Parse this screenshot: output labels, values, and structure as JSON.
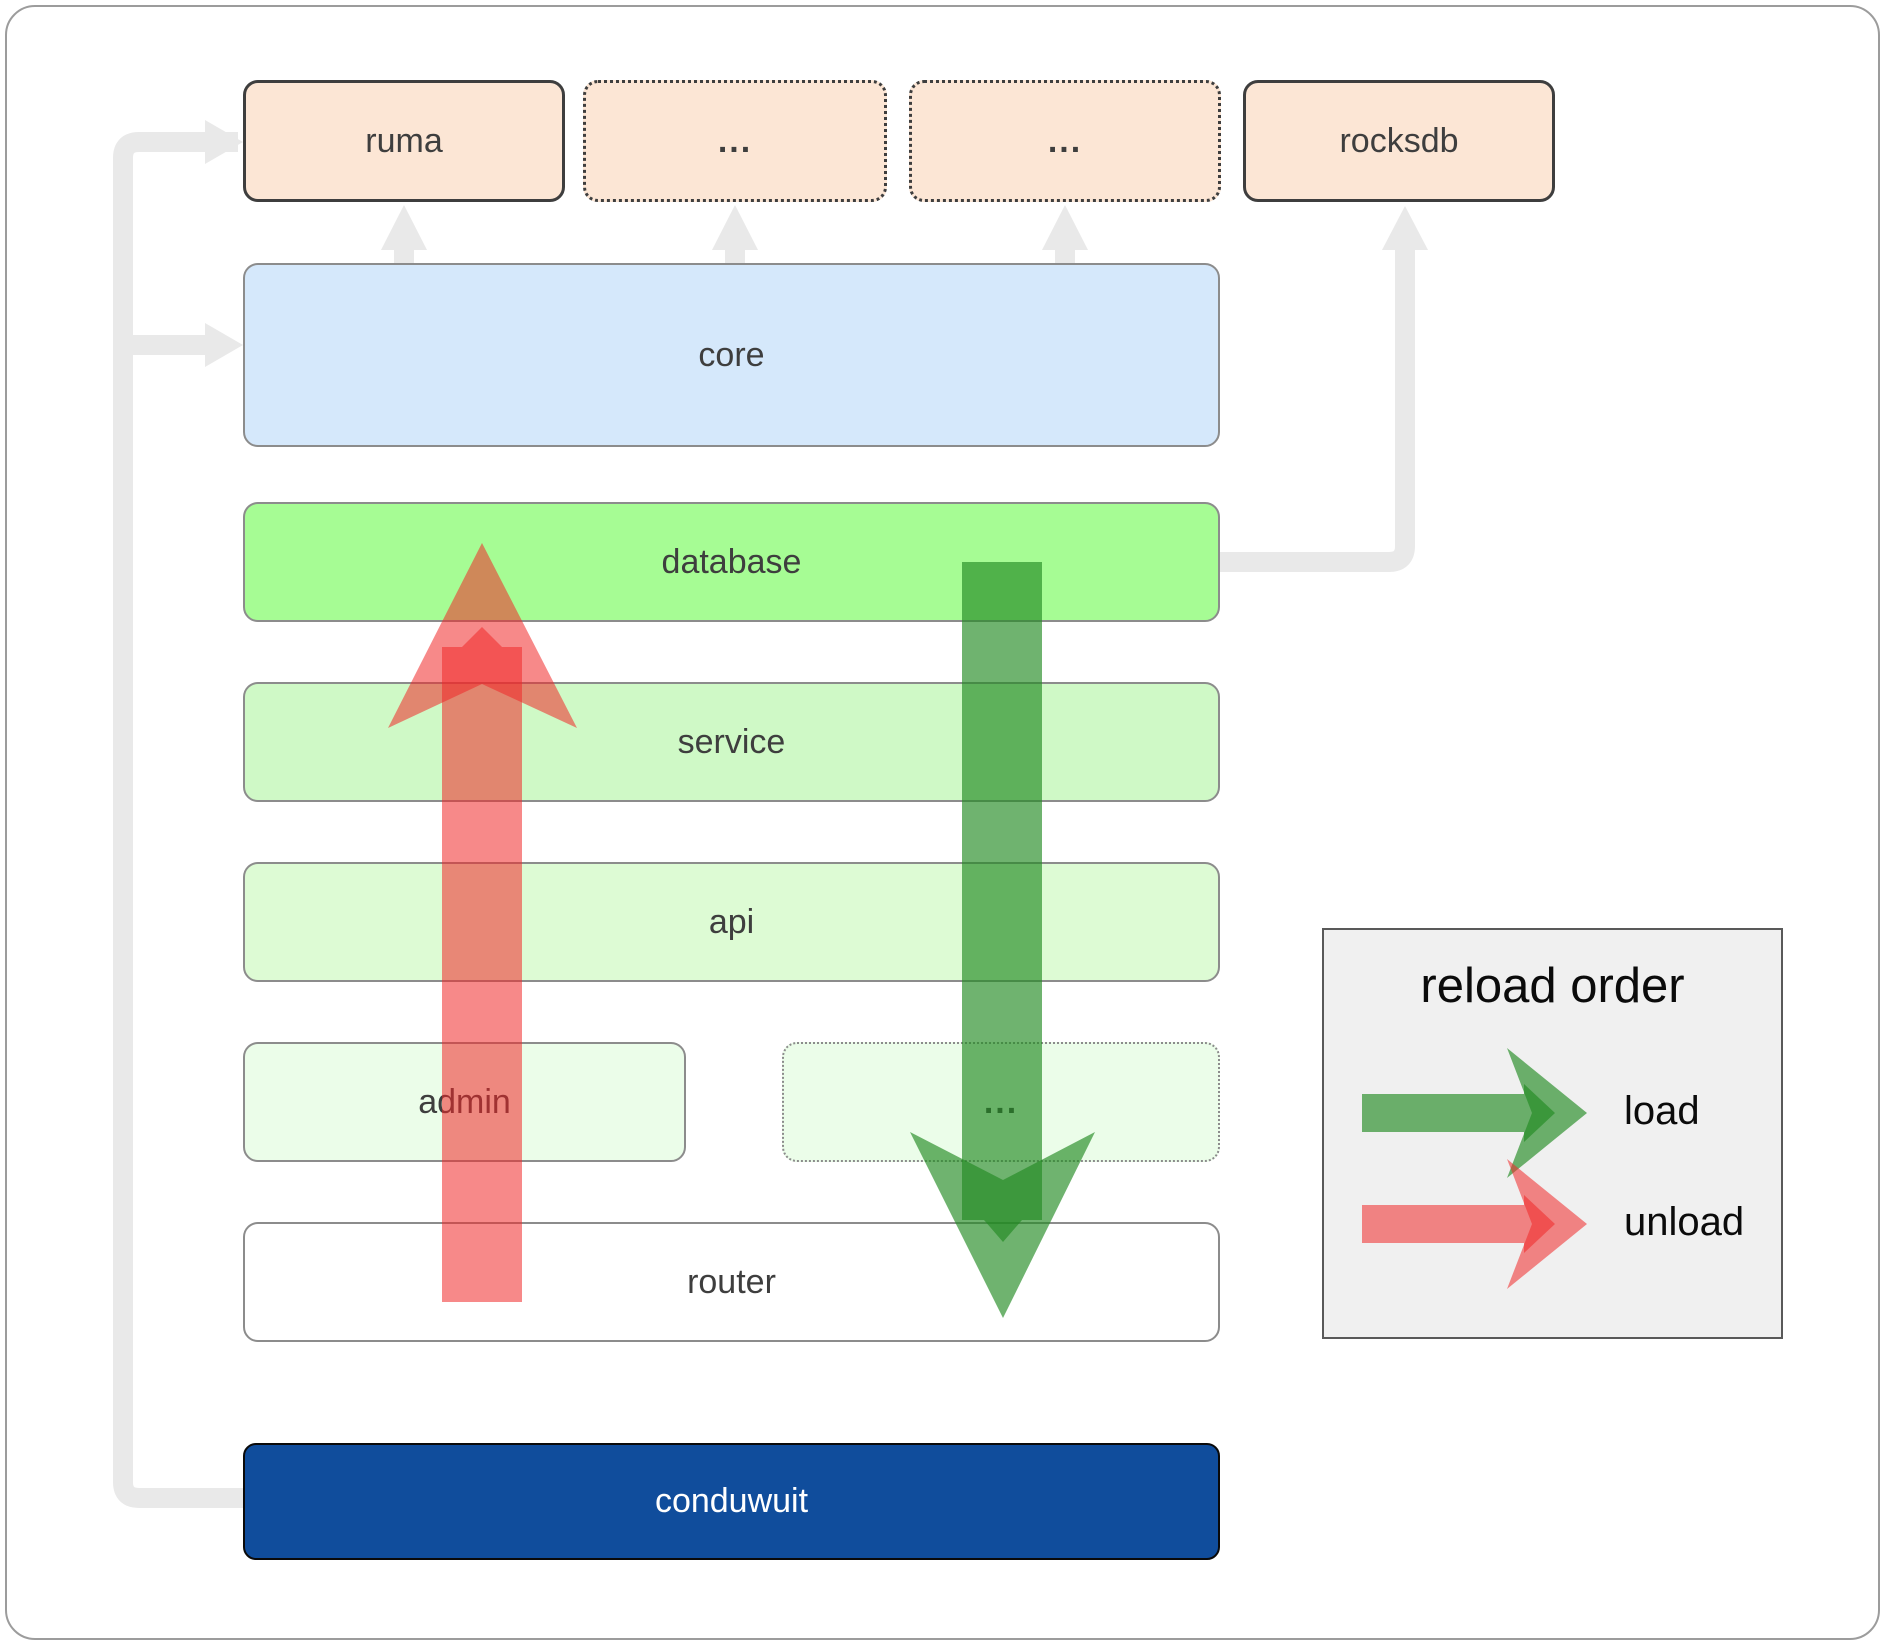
{
  "diagram": {
    "top_row": [
      {
        "label": "ruma",
        "border": "solid"
      },
      {
        "label": "...",
        "border": "dotted"
      },
      {
        "label": "...",
        "border": "dotted"
      },
      {
        "label": "rocksdb",
        "border": "solid"
      }
    ],
    "layers": {
      "core_label": "core",
      "database_label": "database",
      "service_label": "service",
      "api_label": "api",
      "admin_label": "admin",
      "admin_ellipsis_label": "...",
      "router_label": "router",
      "conduwuit_label": "conduwuit"
    }
  },
  "legend": {
    "title": "reload order",
    "load_label": "load",
    "unload_label": "unload"
  },
  "colors": {
    "load_green": "#228B22",
    "unload_red": "#F02828",
    "connector_gray": "#e9e9e9",
    "peach_fill": "#fce6d5",
    "core_blue": "#d5e8fb",
    "database_green": "#a6fc94",
    "service_green": "#cff9c6",
    "api_green": "#ddfbd4",
    "admin_green": "#ebfde9",
    "conduwuit_blue": "#104d9c",
    "legend_bg": "#f0f0f0"
  }
}
